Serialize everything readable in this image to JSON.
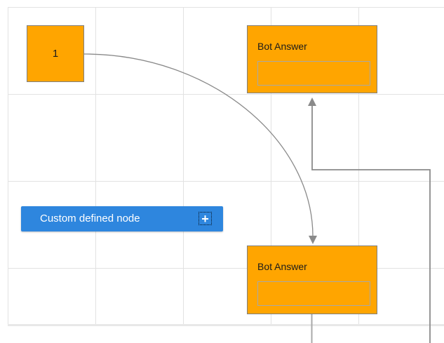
{
  "nodes": {
    "start": {
      "label": "1"
    },
    "bot_answer_top": {
      "title": "Bot Answer"
    },
    "bot_answer_bottom": {
      "title": "Bot Answer"
    },
    "custom_defined": {
      "label": "Custom defined node",
      "add_icon_glyph": "+"
    }
  },
  "colors": {
    "node_fill_orange": "#ffa500",
    "node_border_gray": "#7f7f7f",
    "inner_box_border": "#a8a8a8",
    "custom_node_blue": "#2e86de",
    "custom_label_text": "#ffffff",
    "title_text": "#1b1b1b",
    "connector_gray": "#8a8a8a",
    "port_line_gray": "#a9a9a9",
    "grid_gray": "#e2e2e2",
    "canvas_boundary_gray": "#e8e8e8"
  }
}
